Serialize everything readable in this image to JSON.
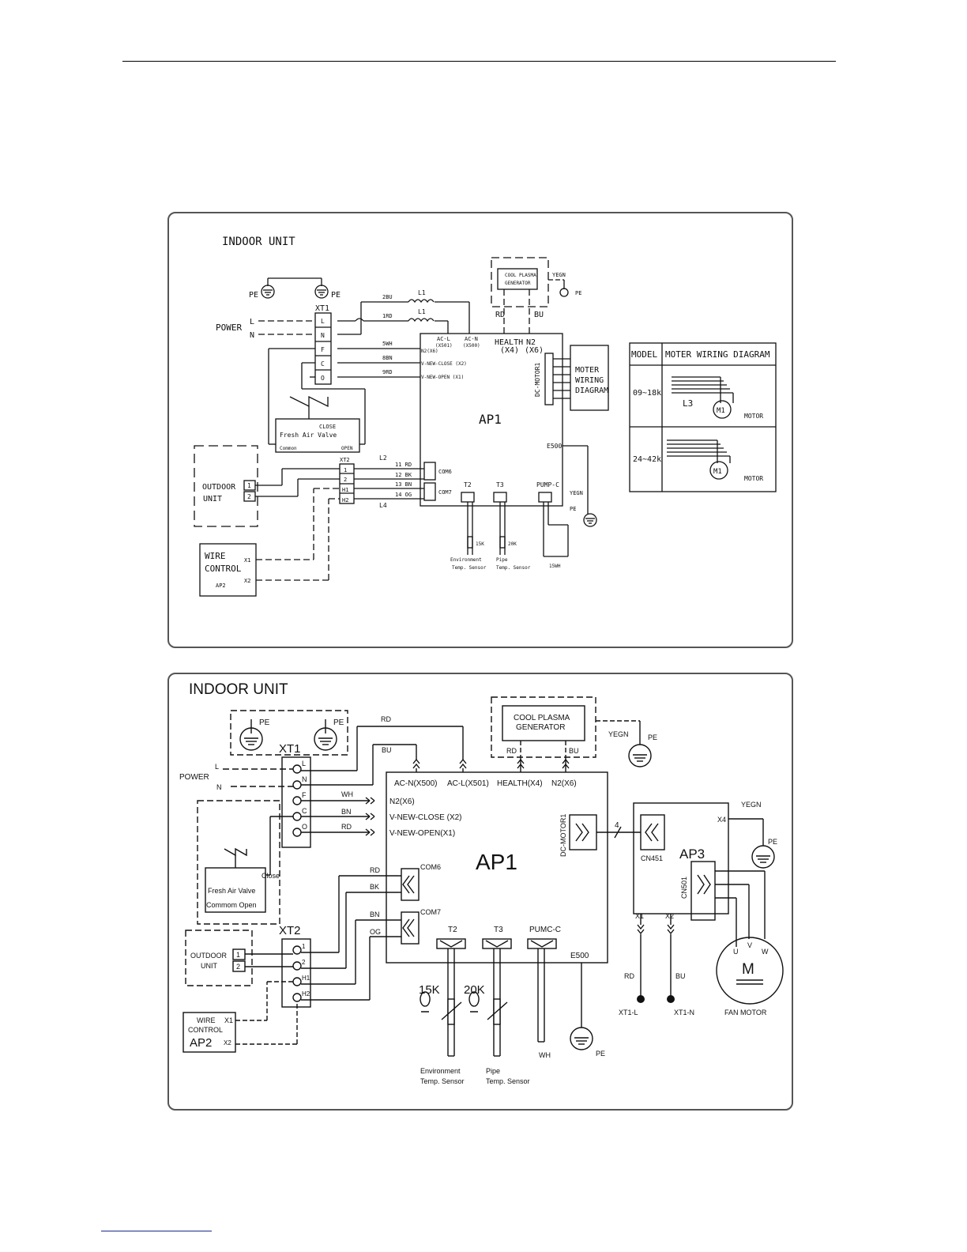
{
  "d1": {
    "title": "INDOOR UNIT",
    "pe": "PE",
    "power": "POWER",
    "l": "L",
    "n": "N",
    "xt1": "XT1",
    "xt1_terms": [
      "L",
      "N",
      "F",
      "C",
      "O"
    ],
    "xt2": "XT2",
    "xt2_terms": [
      "1",
      "2",
      "H1",
      "H2"
    ],
    "w_2bu": "2BU",
    "w_1rd": "1RD",
    "w_5wh": "5WH",
    "w_8bn": "8BN",
    "w_9rd": "9RD",
    "l1": "L1",
    "l2": "L2",
    "l3": "L3",
    "l4": "L4",
    "acl": "AC-L",
    "x501": "(X501)",
    "acn": "AC-N",
    "x500": "(X500)",
    "health": "HEALTH",
    "x4": "(X4)",
    "n2": "N2",
    "x6": "(X6)",
    "plasma1": "COOL PLASMA",
    "plasma2": "GENERATOR",
    "rd": "RD",
    "bu": "BU",
    "yegn": "YEGN",
    "n2x6": "N2(X6)",
    "vclose": "V-NEW-CLOSE (X2)",
    "vopen": "V-NEW-OPEN (X1)",
    "dcmotor": "DC-MOTOR1",
    "moter1": "MOTER",
    "moter2": "WIRING",
    "moter3": "DIAGRAM",
    "ap1": "AP1",
    "e500": "E500",
    "close": "CLOSE",
    "fav": "Fresh Air Valve",
    "common": "Common",
    "open": "OPEN",
    "outdoor1": "OUTDOOR",
    "outdoor2": "UNIT",
    "o1": "1",
    "o2": "2",
    "w11": "11 RD",
    "w12": "12 BK",
    "w13": "13 BN",
    "w14": "14 OG",
    "com6": "COM6",
    "com7": "COM7",
    "t2": "T2",
    "t3": "T3",
    "pump": "PUMP-C",
    "k15": "15K",
    "k20": "20K",
    "env1": "Environment",
    "env2": "Temp. Sensor",
    "pipe1": "Pipe",
    "pipe2": "Temp. Sensor",
    "w15": "15WH",
    "wire1": "WIRE",
    "wire2": "CONTROL",
    "ap2": "AP2",
    "x1": "X1",
    "x2": "X2",
    "tbl_model": "MODEL",
    "tbl_head": "MOTER WIRING DIAGRAM",
    "tbl_r1": "09~18k",
    "tbl_r2": "24~42k",
    "m1": "M1",
    "motor": "MOTOR"
  },
  "d2": {
    "title": "INDOOR UNIT",
    "pe": "PE",
    "power": "POWER",
    "l": "L",
    "n": "N",
    "xt1": "XT1",
    "xt1_terms": [
      "L",
      "N",
      "F",
      "C",
      "O"
    ],
    "xt2": "XT2",
    "xt2_terms": [
      "1",
      "2",
      "H1",
      "H2"
    ],
    "rd": "RD",
    "bu": "BU",
    "wh": "WH",
    "bn": "BN",
    "bk": "BK",
    "og": "OG",
    "yegn": "YEGN",
    "acn": "AC-N(X500)",
    "acl": "AC-L(X501)",
    "health": "HEALTH(X4)",
    "n2": "N2(X6)",
    "plasma1": "COOL PLASMA",
    "plasma2": "GENERATOR",
    "n2x6": "N2(X6)",
    "vclose": "V-NEW-CLOSE (X2)",
    "vopen": "V-NEW-OPEN(X1)",
    "ap1": "AP1",
    "ap3": "AP3",
    "dcmotor": "DC-MOTOR1",
    "four": "4",
    "cn451": "CN451",
    "cn501": "CN501",
    "x4": "X4",
    "x1": "X1",
    "x2": "X2",
    "com6": "COM6",
    "com7": "COM7",
    "t2": "T2",
    "t3": "T3",
    "pumc": "PUMC-C",
    "e500": "E500",
    "close": "Close",
    "fav": "Fresh Air Valve",
    "commom_open": "Commom Open",
    "outdoor1": "OUTDOOR",
    "outdoor2": "UNIT",
    "o1": "1",
    "o2": "2",
    "k15": "15K",
    "k20": "20K",
    "env1": "Environment",
    "env2": "Temp. Sensor",
    "pipe1": "Pipe",
    "pipe2": "Temp. Sensor",
    "wire": "WIRE",
    "control": "CONTROL",
    "ap2": "AP2",
    "xt1l": "XT1-L",
    "xt1n": "XT1-N",
    "fanmotor": "FAN MOTOR",
    "u": "U",
    "v": "V",
    "w": "W",
    "m": "M"
  }
}
